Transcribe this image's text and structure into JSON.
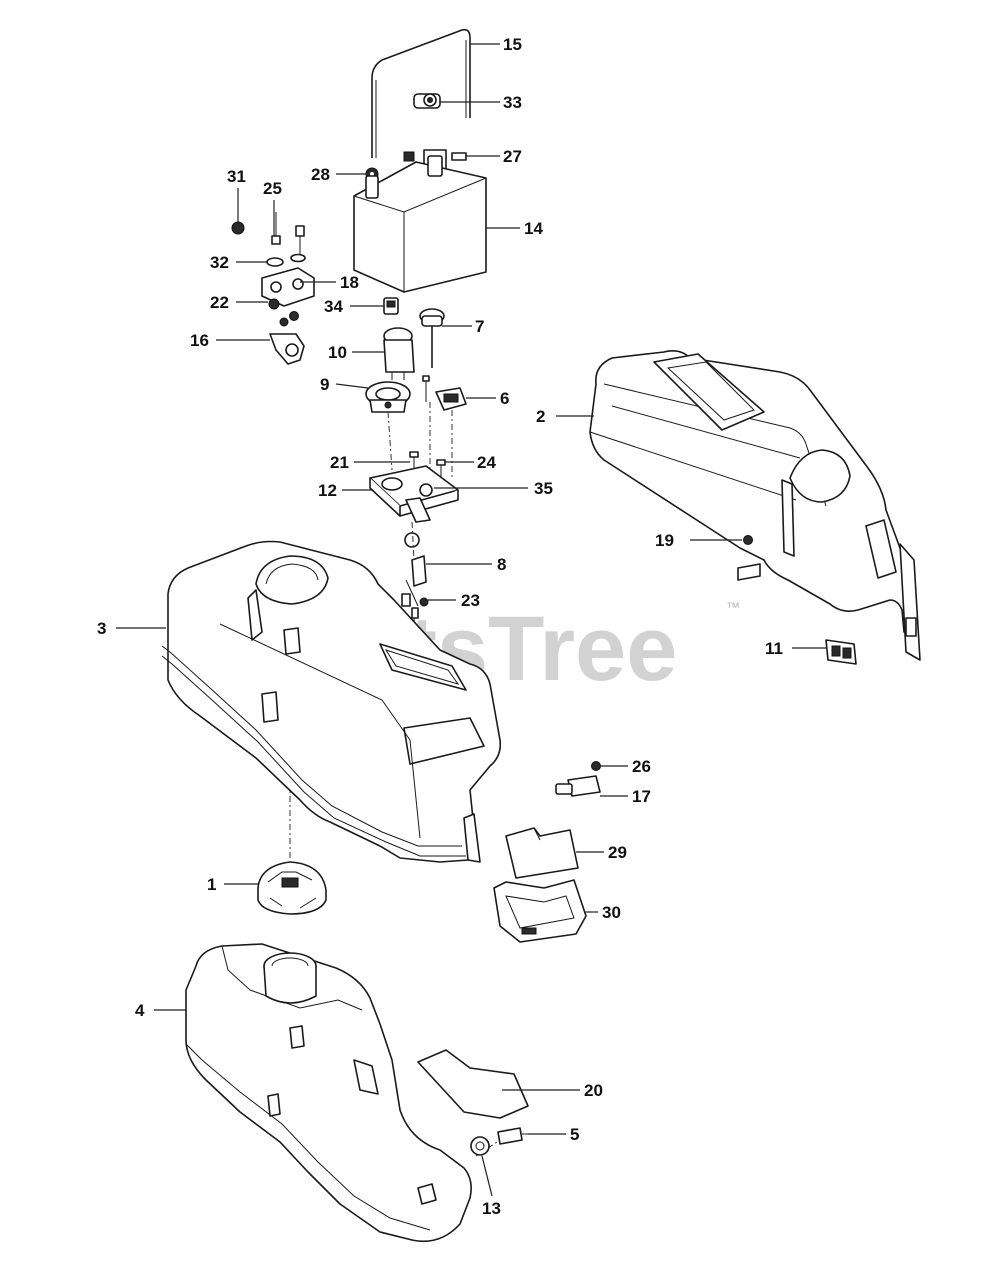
{
  "watermark": {
    "text": "PartsTree",
    "trademark": "™"
  },
  "callouts": [
    "15",
    "33",
    "27",
    "28",
    "14",
    "31",
    "25",
    "32",
    "18",
    "22",
    "34",
    "7",
    "16",
    "10",
    "9",
    "6",
    "2",
    "21",
    "24",
    "12",
    "35",
    "19",
    "8",
    "23",
    "3",
    "11",
    "26",
    "17",
    "29",
    "1",
    "30",
    "4",
    "20",
    "5",
    "13"
  ]
}
